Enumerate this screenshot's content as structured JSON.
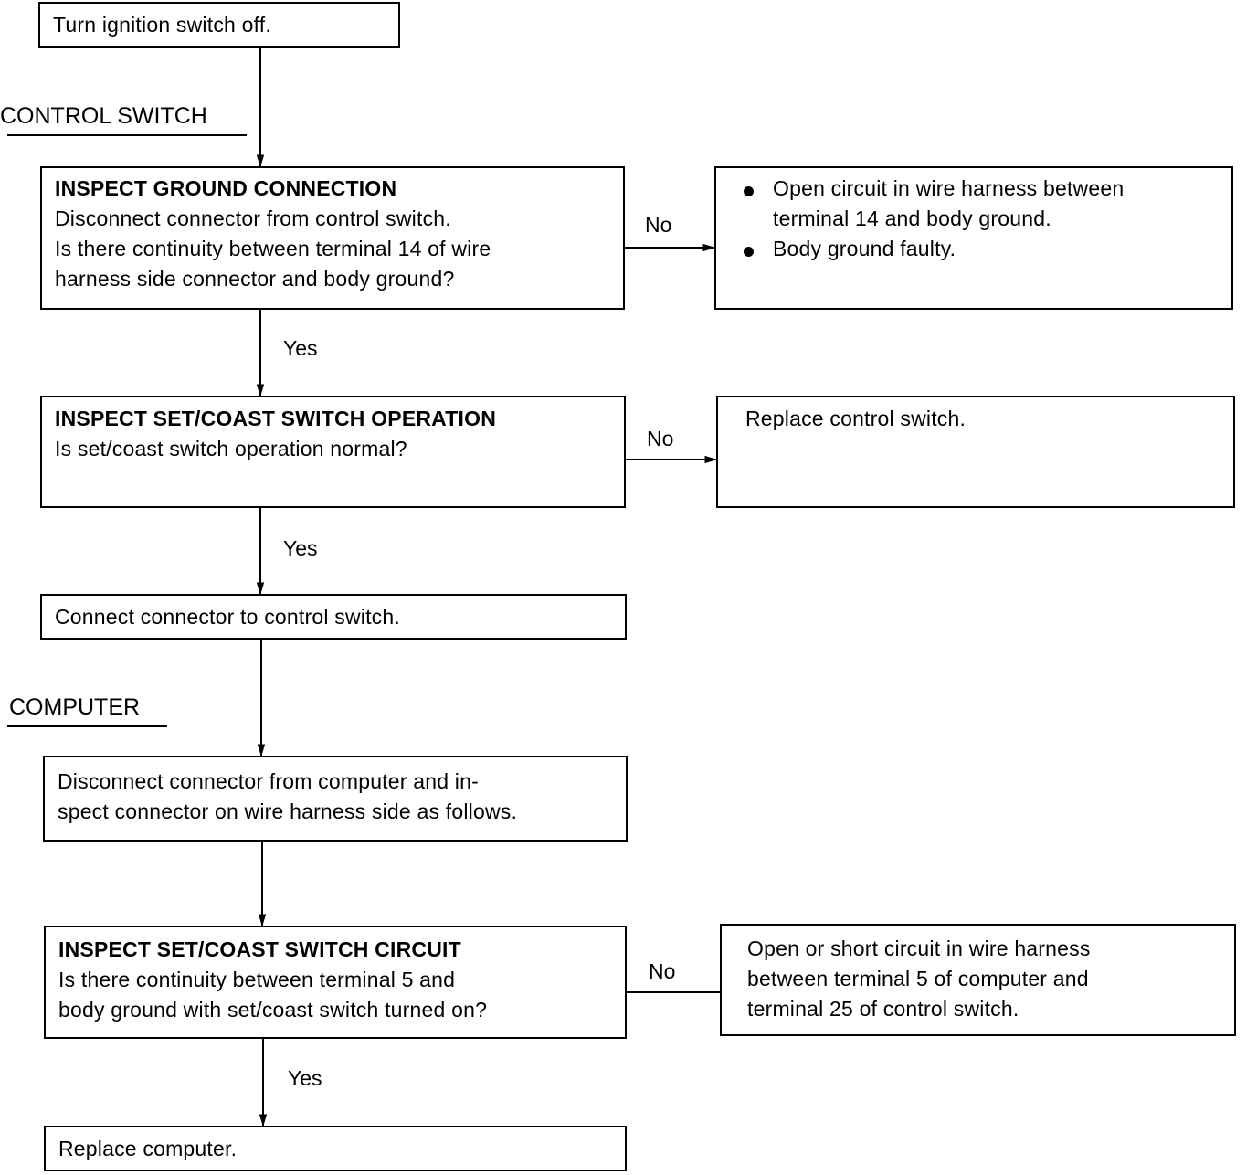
{
  "sections": {
    "control_switch": "CONTROL SWITCH",
    "computer": "COMPUTER"
  },
  "steps": {
    "turn_off": "Turn ignition switch off.",
    "ground": {
      "title": "INSPECT GROUND CONNECTION",
      "lines": [
        "Disconnect connector from control switch.",
        "Is there continuity between terminal 14 of wire",
        "harness side connector and body ground?"
      ]
    },
    "ground_fail": {
      "bullets": [
        "Open circuit in wire harness between",
        "terminal 14 and body ground.",
        "Body ground faulty."
      ]
    },
    "setcoast_op": {
      "title": "INSPECT SET/COAST SWITCH OPERATION",
      "lines": [
        "Is set/coast switch operation normal?"
      ]
    },
    "setcoast_op_fail": "Replace control switch.",
    "connect": "Connect connector to control switch.",
    "disconnect_computer": {
      "lines": [
        "Disconnect connector from computer and in-",
        "spect connector on wire harness side as follows."
      ]
    },
    "setcoast_circuit": {
      "title": "INSPECT SET/COAST SWITCH CIRCUIT",
      "lines": [
        "Is there continuity between terminal 5 and",
        "body ground with set/coast switch turned on?"
      ]
    },
    "setcoast_circuit_fail": {
      "lines": [
        "Open or short circuit in wire harness",
        "between terminal 5 of computer and",
        "terminal 25 of control switch."
      ]
    },
    "replace_computer": "Replace computer."
  },
  "labels": {
    "no": "No",
    "yes": "Yes"
  }
}
